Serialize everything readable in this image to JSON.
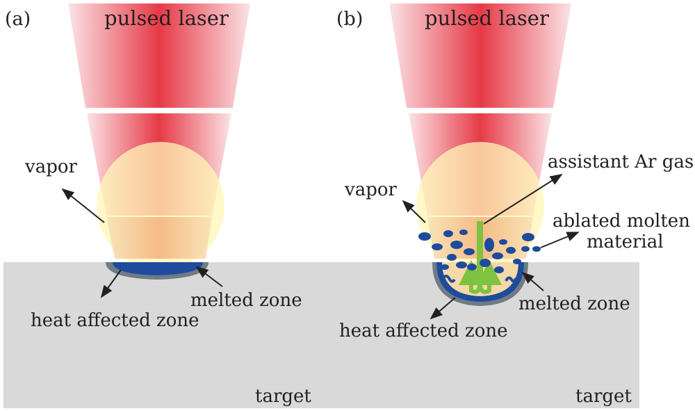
{
  "colors": {
    "beam_center": "#e63a46",
    "beam_edge": "#fbe3e6",
    "vapor": "#fff7b8",
    "target": "#d9d9d9",
    "melted": "#1e4b9c",
    "haz": "#6f7b86",
    "gas": "#7ec242",
    "text": "#231f20"
  },
  "panel_a": {
    "tag": "(a)",
    "laser_label": "pulsed laser",
    "vapor_label": "vapor",
    "melted_label": "melted zone",
    "haz_label": "heat affected zone",
    "target_label": "target"
  },
  "panel_b": {
    "tag": "(b)",
    "laser_label": "pulsed laser",
    "gas_label": "assistant Ar gas",
    "vapor_label": "vapor",
    "ablated_label_line1": "ablated molten",
    "ablated_label_line2": "material",
    "melted_label": "melted zone",
    "haz_label": "heat affected zone",
    "target_label": "target"
  }
}
